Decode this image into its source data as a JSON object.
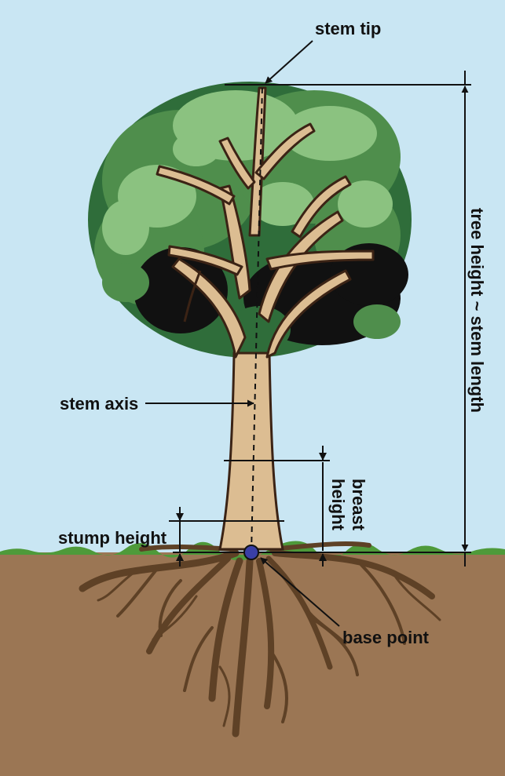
{
  "labels": {
    "stem_tip": "stem tip",
    "stem_axis": "stem axis",
    "breast_height_line1": "breast",
    "breast_height_line2": "height",
    "stump_height": "stump height",
    "base_point": "base point",
    "tree_height": "tree height ~ stem length"
  },
  "colors": {
    "sky": "#c9e6f3",
    "soil": "#9b7654",
    "grass": "#4e9a3a",
    "trunk": "#dcbd92",
    "outline": "#3b2315",
    "foliage_dark": "#2f6d3a",
    "foliage_mid": "#4f8e4c",
    "foliage_light": "#8bc280",
    "foliage_shadow": "#111111",
    "root": "#5e4126",
    "base_point": "#3a3fa6",
    "line": "#111111"
  },
  "icons": {
    "base_point": "circle-marker",
    "arrows": "arrow-head"
  }
}
